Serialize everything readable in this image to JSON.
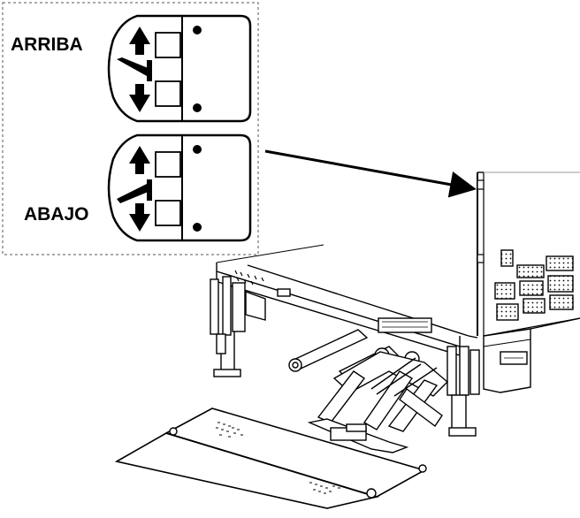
{
  "labels": {
    "up": "ARRIBA",
    "down": "ABAJO"
  },
  "colors": {
    "line": "#000000",
    "background": "#ffffff",
    "dash": "#555555"
  },
  "icons": {
    "control_plate": "switch-plate-icon",
    "arrow_up": "arrow-up-icon",
    "arrow_down": "arrow-down-icon",
    "lever": "lever-icon",
    "callout": "callout-arrow-icon",
    "vehicle": "liftgate-illustration"
  }
}
